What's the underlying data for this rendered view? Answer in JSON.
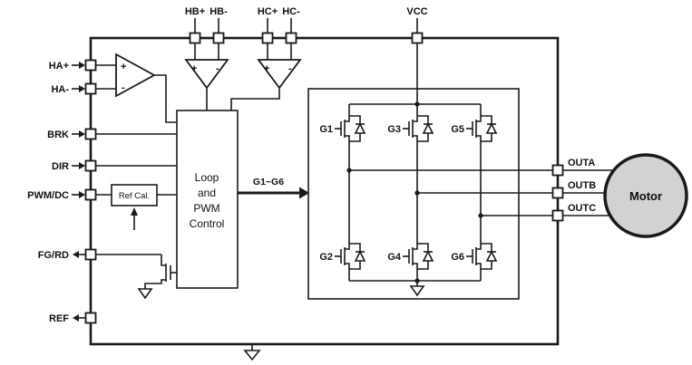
{
  "pins": {
    "left": {
      "ha_plus": "HA+",
      "ha_minus": "HA-",
      "brk": "BRK",
      "dir": "DIR",
      "pwm_dc": "PWM/DC",
      "fg_rd": "FG/RD",
      "ref": "REF"
    },
    "top": {
      "hb_plus": "HB+",
      "hb_minus": "HB-",
      "hc_plus": "HC+",
      "hc_minus": "HC-",
      "vcc": "VCC"
    },
    "right": {
      "outa": "OUTA",
      "outb": "OUTB",
      "outc": "OUTC"
    }
  },
  "control": {
    "lines": [
      "Loop",
      "and",
      "PWM",
      "Control"
    ]
  },
  "ref_cal": {
    "label": "Ref Cal."
  },
  "bus": {
    "label": "G1~G6"
  },
  "gates": {
    "g1": "G1",
    "g2": "G2",
    "g3": "G3",
    "g4": "G4",
    "g5": "G5",
    "g6": "G6"
  },
  "motor": {
    "label": "Motor"
  },
  "signs": {
    "plus": "+",
    "minus": "-"
  },
  "colors": {
    "line": "#1a1a1a",
    "motor_fill": "#d2d2d2"
  }
}
